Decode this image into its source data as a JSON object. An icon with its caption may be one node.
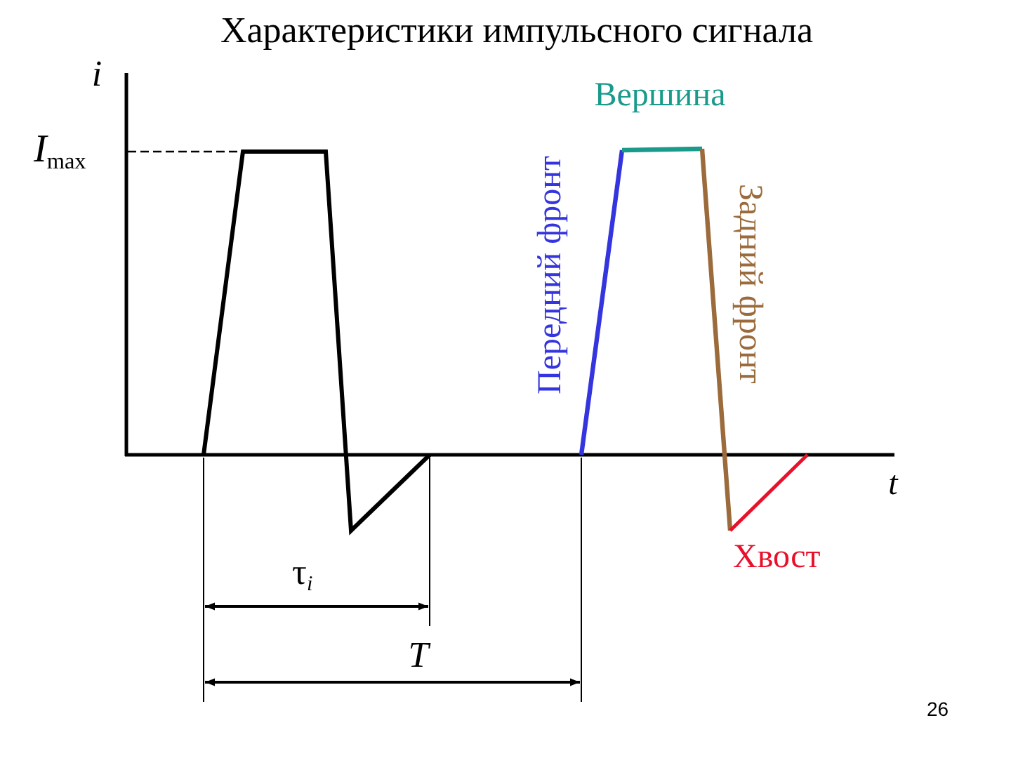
{
  "diagram": {
    "title": "Характеристики импульсного сигнала",
    "labels": [
      "i",
      "Вершина",
      "*I*$_{max}$",
      "Передний фронт",
      "Задний фронт",
      "t",
      "Хвост",
      "τ$_{i}$",
      "T",
      "26"
    ]
  }
}
